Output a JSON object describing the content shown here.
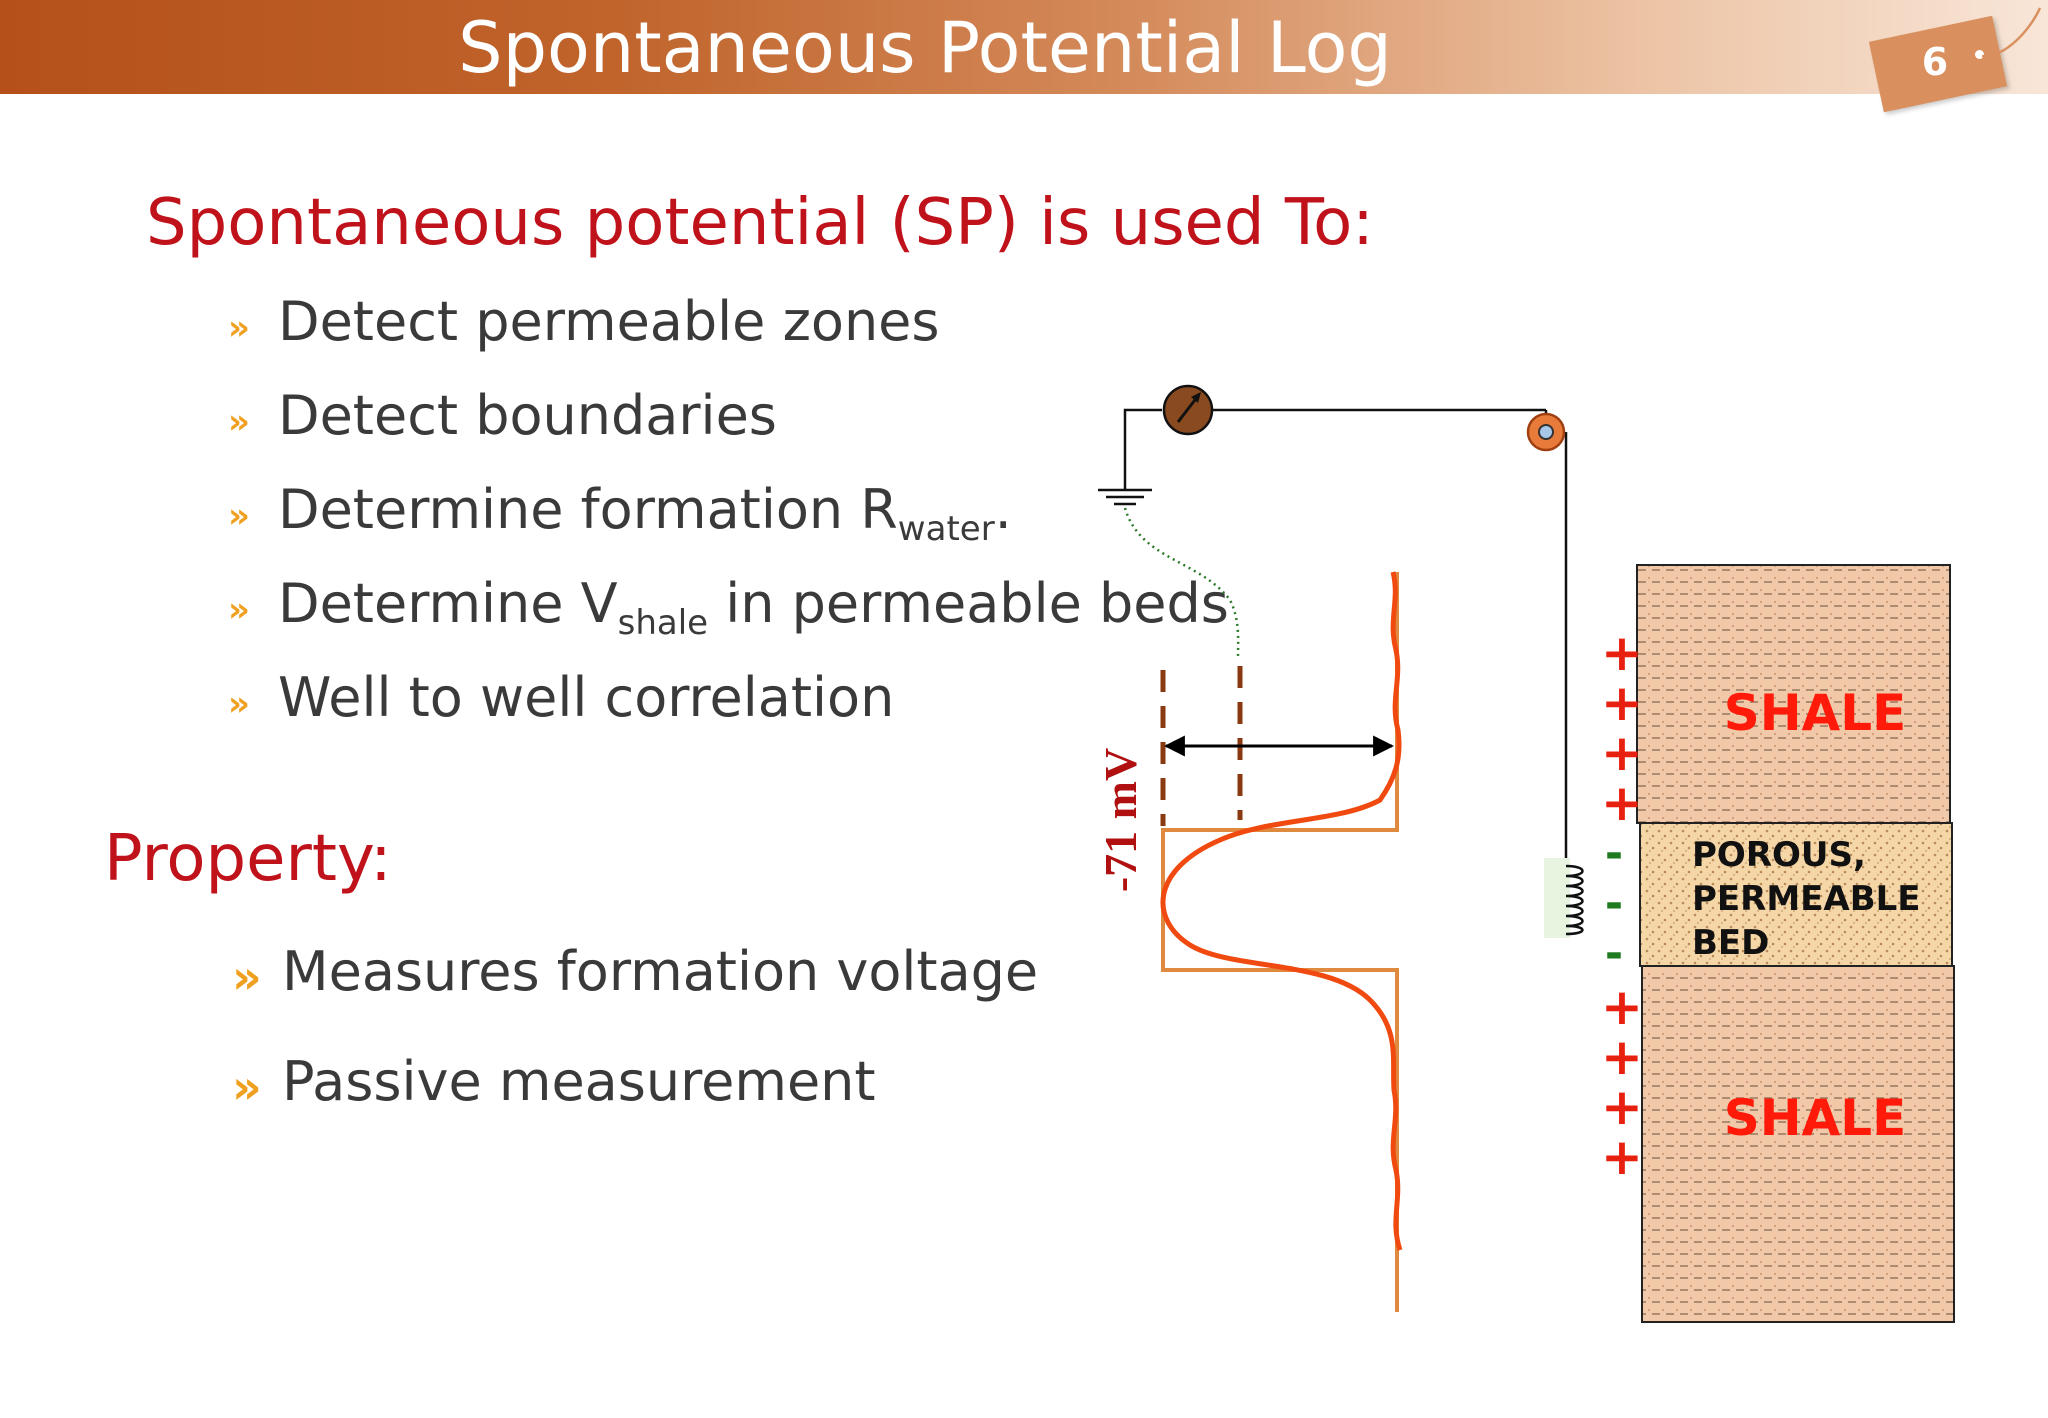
{
  "title": "Spontaneous Potential Log",
  "slide_number": "6",
  "section1": {
    "heading": "Spontaneous potential (SP) is used To:",
    "bullets": [
      {
        "text": "Detect permeable zones",
        "sub": "",
        "after": ""
      },
      {
        "text": "Detect boundaries",
        "sub": "",
        "after": ""
      },
      {
        "text": "Determine formation R",
        "sub": "water",
        "after": "."
      },
      {
        "text": "Determine V",
        "sub": "shale",
        "after": " in permeable beds"
      },
      {
        "text": "Well to well correlation",
        "sub": "",
        "after": ""
      }
    ]
  },
  "section2": {
    "heading": "Property:",
    "bullets": [
      {
        "text": "Measures formation voltage"
      },
      {
        "text": "Passive measurement"
      }
    ]
  },
  "bullet_glyph": "»",
  "diagram": {
    "millivolt_label": "-71 mV",
    "layers": [
      {
        "label": "SHALE",
        "kind": "shale"
      },
      {
        "label_lines": [
          "POROUS,",
          "PERMEABLE",
          "BED"
        ],
        "kind": "porous"
      },
      {
        "label": "SHALE",
        "kind": "shale"
      }
    ],
    "upper_charges": [
      "+",
      "+",
      "+",
      "+"
    ],
    "middle_charges": [
      "-",
      "-",
      "-"
    ],
    "lower_charges": [
      "+",
      "+",
      "+",
      "+"
    ],
    "colors": {
      "title_bar_start": "#b5501a",
      "heading": "#c0121a",
      "bullet_arrow": "#f0a020",
      "sp_curve": "#f04a10",
      "baseline_box": "#e08a40",
      "shale_fill": "#f2c9a8",
      "porous_fill": "#f5d6a6",
      "positive_charge": "#e82010",
      "negative_charge": "#1e7a1e",
      "mv_label": "#b01010"
    }
  }
}
